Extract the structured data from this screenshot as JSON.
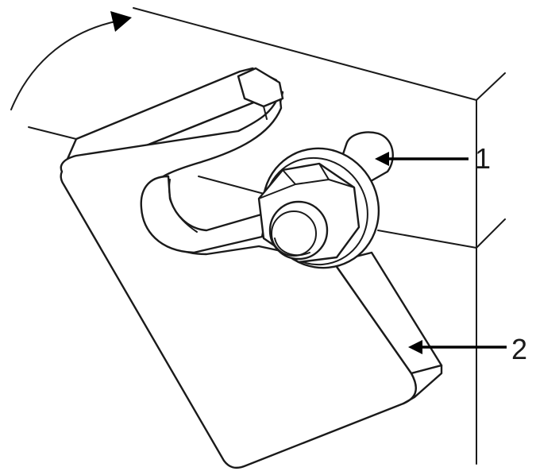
{
  "callouts": [
    {
      "id": "1",
      "label": "1"
    },
    {
      "id": "2",
      "label": "2"
    }
  ],
  "colors": {
    "ink": "#1a1a1a",
    "background": "#ffffff"
  }
}
